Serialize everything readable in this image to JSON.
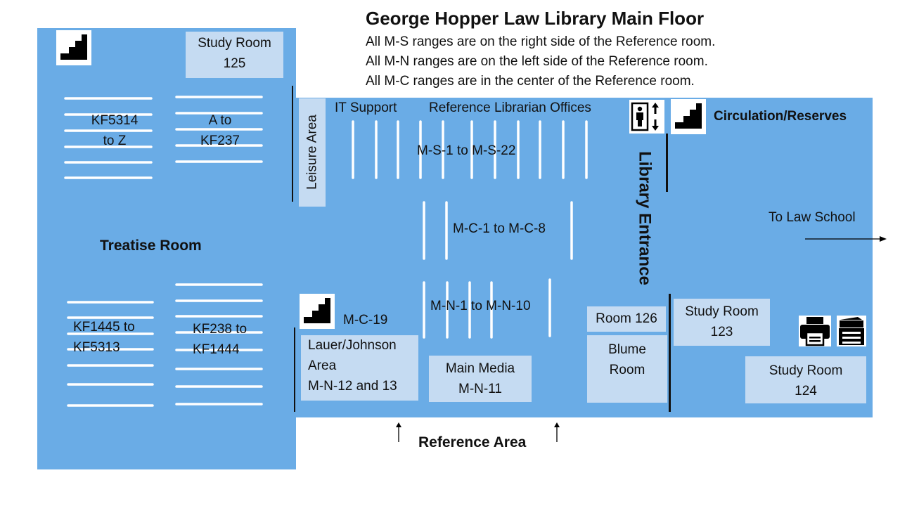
{
  "header": {
    "title": "George Hopper Law Library Main Floor",
    "notes": [
      "All M-S ranges are on the right side of the Reference room.",
      "All M-N ranges are on the left side of the Reference room.",
      "All M-C ranges are in the center of the Reference room."
    ]
  },
  "treatise": {
    "room_label": "Treatise Room",
    "study_room_125": "Study Room\n125",
    "ranges": {
      "kf5314": "KF5314\nto Z",
      "a_kf237": "A to\nKF237",
      "kf1445": "KF1445 to\nKF5313",
      "kf238": "KF238 to\nKF1444"
    }
  },
  "reference": {
    "leisure": "Leisure Area",
    "it_support": "IT Support",
    "librarian_offices": "Reference Librarian Offices",
    "ms_ranges": "M-S-1 to M-S-22",
    "mc_ranges": "M-C-1 to M-C-8",
    "mn_ranges": "M-N-1 to M-N-10",
    "mc19": "M-C-19",
    "lauer": "Lauer/Johnson\nArea\nM-N-12 and 13",
    "main_media": "Main Media\nM-N-11",
    "area_label": "Reference Area"
  },
  "entrance": {
    "library_entrance": "Library Entrance",
    "room_126": "Room 126",
    "blume": "Blume\nRoom"
  },
  "circulation": {
    "label": "Circulation/Reserves",
    "to_law_school": "To Law School",
    "study_room_123": "Study Room\n123",
    "study_room_124": "Study Room\n124"
  },
  "icons": {
    "stairs": "stairs-icon",
    "elevator": "elevator-icon",
    "printer": "printer-icon",
    "copier": "copier-icon"
  },
  "colors": {
    "floor": "#6aace6",
    "room": "#c5dbf2",
    "shelf": "#ffffff",
    "wall": "#111111"
  }
}
